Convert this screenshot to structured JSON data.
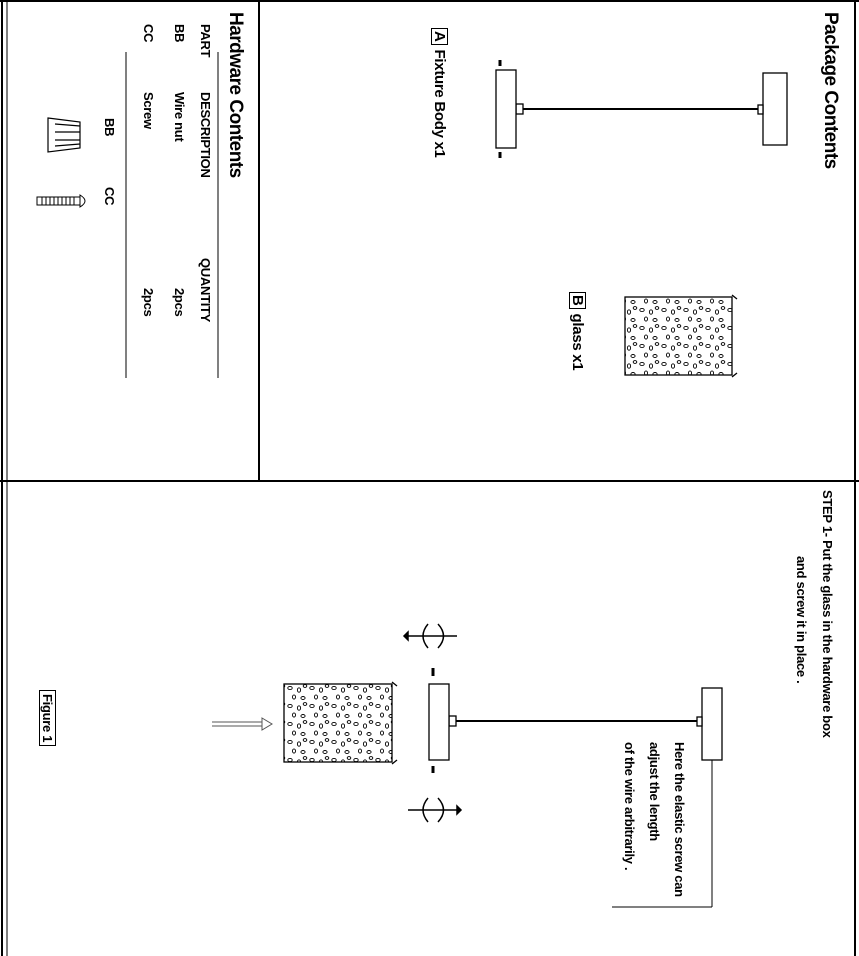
{
  "package": {
    "title": "Package Contents",
    "item_a_letter": "A",
    "item_a_label": "Fixture Body x1",
    "item_b_letter": "B",
    "item_b_label": "glass x1"
  },
  "hardware": {
    "title": "Hardware Contents",
    "headers": [
      "PART",
      "DESCRIPTION",
      "QUANTITY"
    ],
    "rows": [
      {
        "part": "BB",
        "description": "Wire nut",
        "quantity": "2pcs"
      },
      {
        "part": "CC",
        "description": "Screw",
        "quantity": "2pcs"
      }
    ],
    "icon_labels": [
      "BB",
      "CC"
    ]
  },
  "step1": {
    "line1": "STEP 1- Put the glass in the hardware box",
    "line2": "and screw it in place .",
    "note_line1": "Here the elastic screw can",
    "note_line2": "adjust the length",
    "note_line3": "of the wire arbitrarily .",
    "figure_label": "Figure 1"
  }
}
